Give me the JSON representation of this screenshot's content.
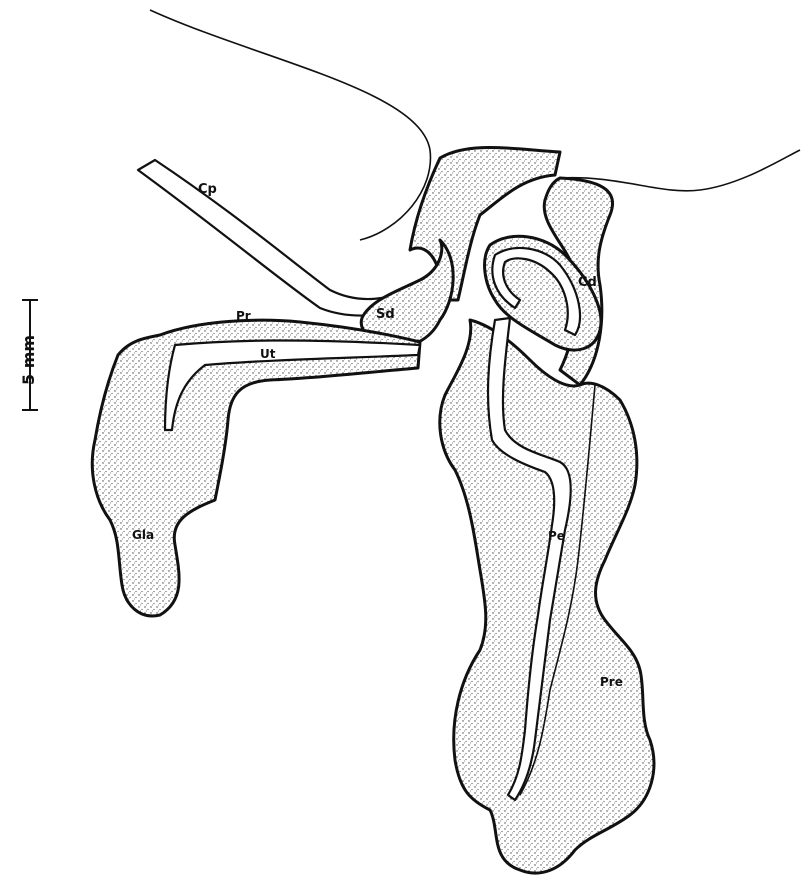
{
  "labels": {
    "cp": "Cp",
    "pr": "Pr",
    "ut": "Ut",
    "sd": "Sd",
    "cd": "Cd",
    "gla": "Gla",
    "pe": "Pe",
    "pre": "Pre"
  },
  "scale_bar": {
    "text": "5 mm"
  },
  "colors": {
    "ink": "#111111",
    "paper": "#ffffff"
  }
}
